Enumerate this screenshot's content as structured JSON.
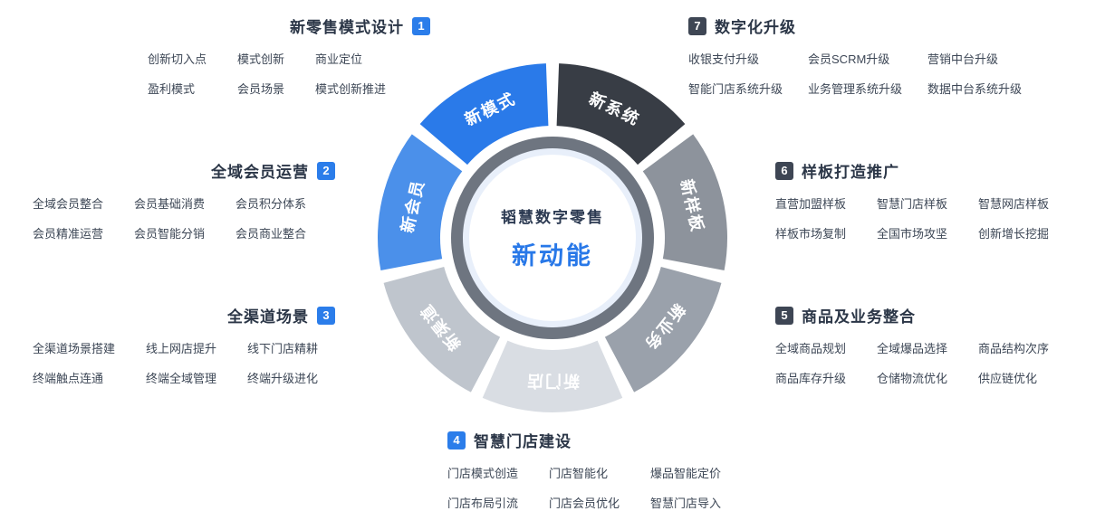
{
  "center": {
    "line1": "韬慧数字零售",
    "line2": "新动能"
  },
  "wheel": {
    "ring_color": "#6e7580",
    "halo_color": "#e8effa",
    "center_color": "#ffffff",
    "segments": [
      {
        "label": "新模式",
        "color": "#2a7ae9"
      },
      {
        "label": "新系统",
        "color": "#383d45"
      },
      {
        "label": "新样板",
        "color": "#8d939c"
      },
      {
        "label": "新业务",
        "color": "#9aa1ab"
      },
      {
        "label": "新门店",
        "color": "#d9dde3"
      },
      {
        "label": "新渠道",
        "color": "#bfc5cd"
      },
      {
        "label": "新会员",
        "color": "#4b90ea"
      }
    ]
  },
  "sections": [
    {
      "num": "1",
      "title": "新零售模式设计",
      "badge_color": "#2b7dea",
      "items": [
        "创新切入点",
        "模式创新",
        "商业定位",
        "盈利模式",
        "会员场景",
        "模式创新推进"
      ]
    },
    {
      "num": "2",
      "title": "全域会员运营",
      "badge_color": "#2b7dea",
      "items": [
        "全域会员整合",
        "会员基础消费",
        "会员积分体系",
        "会员精准运营",
        "会员智能分销",
        "会员商业整合"
      ]
    },
    {
      "num": "3",
      "title": "全渠道场景",
      "badge_color": "#2b7dea",
      "items": [
        "全渠道场景搭建",
        "线上网店提升",
        "线下门店精耕",
        "终端触点连通",
        "终端全域管理",
        "终端升级进化"
      ]
    },
    {
      "num": "4",
      "title": "智慧门店建设",
      "badge_color": "#2b7dea",
      "items": [
        "门店模式创造",
        "门店智能化",
        "爆品智能定价",
        "门店布局引流",
        "门店会员优化",
        "智慧门店导入"
      ]
    },
    {
      "num": "5",
      "title": "商品及业务整合",
      "badge_color": "#3e4654",
      "items": [
        "全域商品规划",
        "全域爆品选择",
        "商品结构次序",
        "商品库存升级",
        "仓储物流优化",
        "供应链优化"
      ]
    },
    {
      "num": "6",
      "title": "样板打造推广",
      "badge_color": "#3e4654",
      "items": [
        "直营加盟样板",
        "智慧门店样板",
        "智慧网店样板",
        "样板市场复制",
        "全国市场攻坚",
        "创新增长挖掘"
      ]
    },
    {
      "num": "7",
      "title": "数字化升级",
      "badge_color": "#3e4654",
      "items": [
        "收银支付升级",
        "会员SCRM升级",
        "营销中台升级",
        "智能门店系统升级",
        "业务管理系统升级",
        "数据中台系统升级"
      ]
    }
  ]
}
